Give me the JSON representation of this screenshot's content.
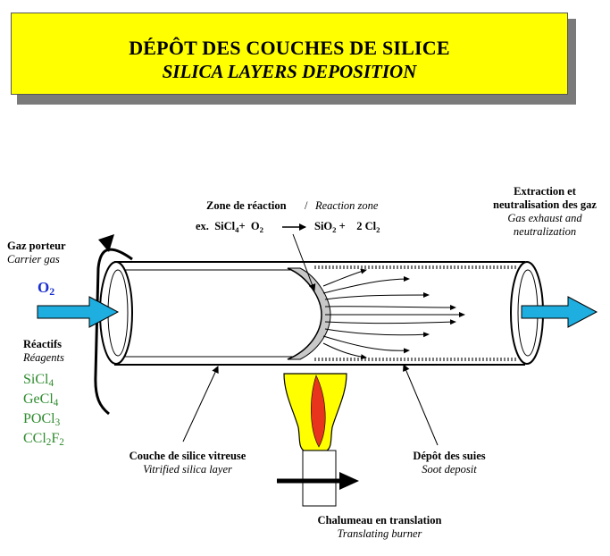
{
  "header": {
    "title_fr": "DÉPÔT DES COUCHES DE SILICE",
    "title_en": "SILICA LAYERS DEPOSITION"
  },
  "reaction": {
    "zone_fr": "Zone de réaction",
    "separator": "/",
    "zone_en": "Reaction zone",
    "equation_prefix": "ex.",
    "reactant_1": "SiCl",
    "reactant_1_sub": "4",
    "plus_1": "+",
    "reactant_2": "O",
    "reactant_2_sub": "2",
    "product_1": "SiO",
    "product_1_sub": "2",
    "plus_2": "+",
    "product_2": "2 Cl",
    "product_2_sub": "2"
  },
  "extraction": {
    "line1_fr": "Extraction et",
    "line2_fr": "neutralisation des gaz",
    "line1_en": "Gas exhaust and",
    "line2_en": "neutralization"
  },
  "carrier": {
    "label_fr": "Gaz porteur",
    "label_en": "Carrier gas",
    "gas": "O",
    "gas_sub": "2"
  },
  "reagents": {
    "label_fr": "Réactifs",
    "label_en": "Réagents",
    "items": [
      {
        "base": "SiCl",
        "sub": "4",
        "rest": "",
        "rest_sub": ""
      },
      {
        "base": "GeCl",
        "sub": "4",
        "rest": "",
        "rest_sub": ""
      },
      {
        "base": "POCl",
        "sub": "3",
        "rest": "",
        "rest_sub": ""
      },
      {
        "base": "CCl",
        "sub": "2",
        "rest": "F",
        "rest_sub": "2"
      }
    ]
  },
  "vitreous": {
    "label_fr": "Couche de silice vitreuse",
    "label_en": "Vitrified silica layer"
  },
  "soot": {
    "label_fr": "Dépôt des suies",
    "label_en": "Soot deposit"
  },
  "burner": {
    "label_fr": "Chalumeau en translation",
    "label_en": "Translating burner"
  },
  "colors": {
    "title_bg": "#ffff00",
    "arrow_blue": "#1eaee0",
    "flame_outer": "#ffff00",
    "flame_inner": "#e8341c",
    "reagent_text": "#2e8b2e",
    "gas_text": "#1a2fcf"
  }
}
